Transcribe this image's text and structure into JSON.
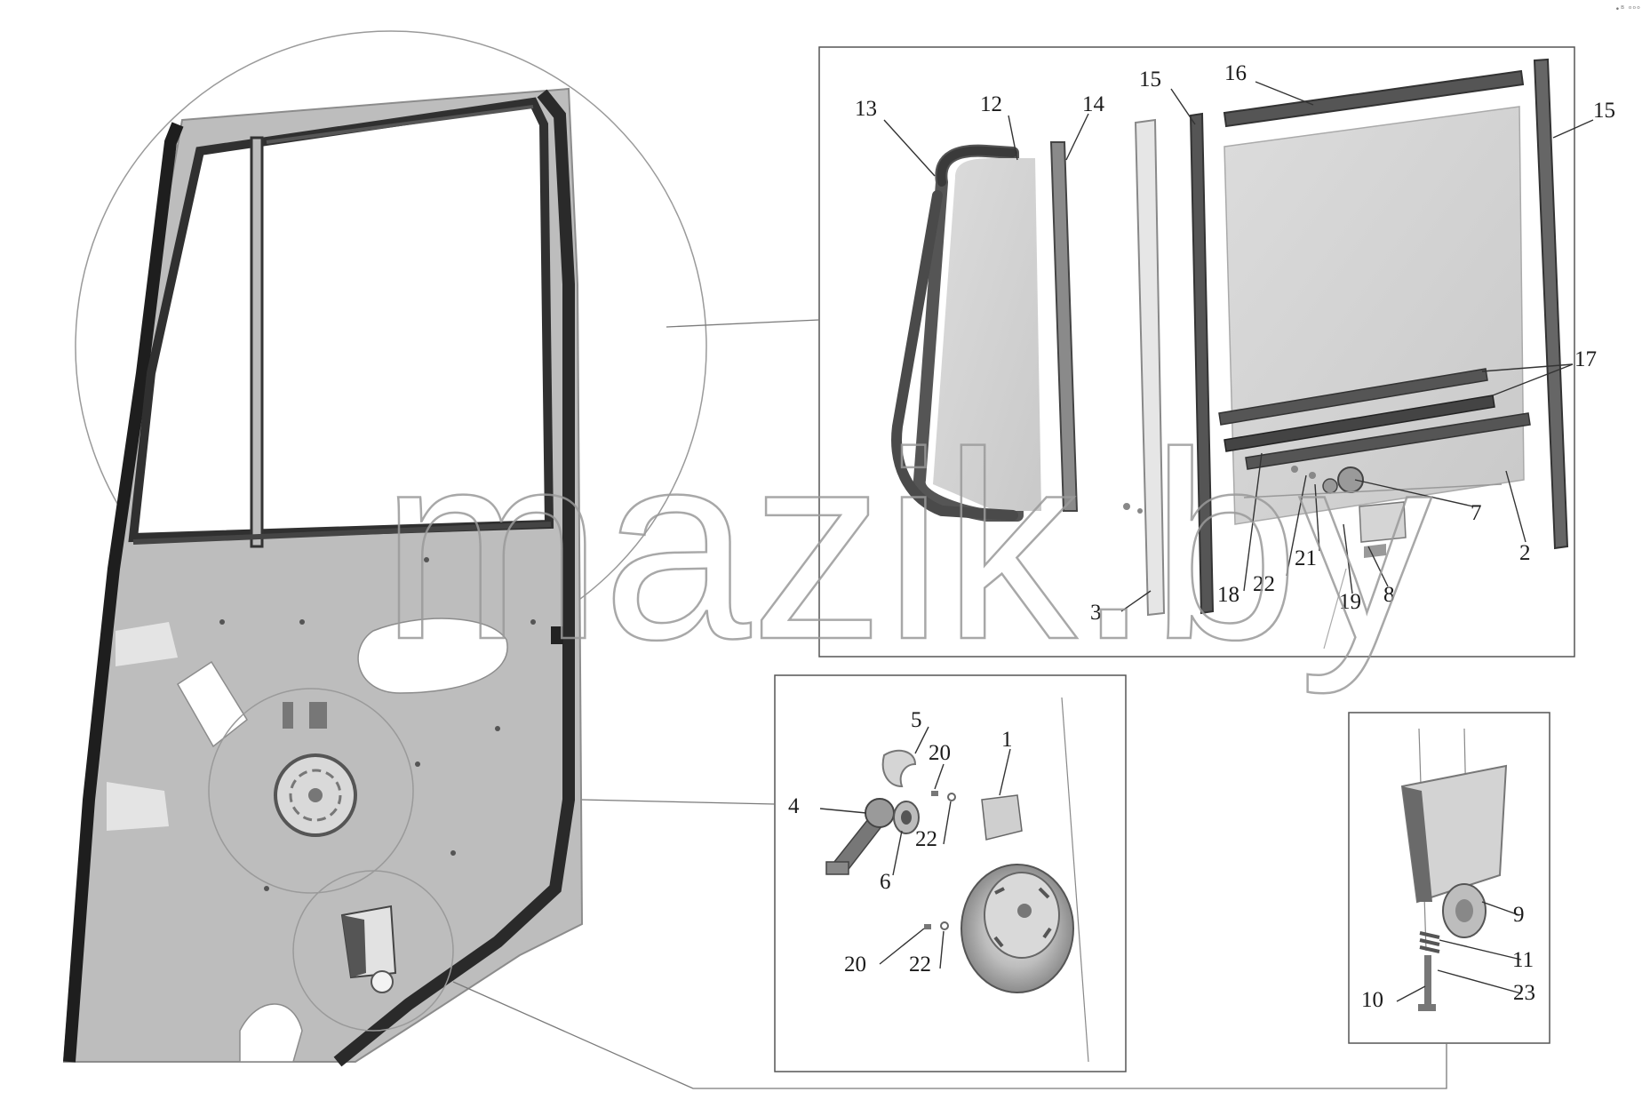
{
  "watermark": "mazik.by",
  "corner_mark": "•ᴮ ᵒᵒᵒ",
  "callouts": [
    {
      "id": "c13",
      "text": "13"
    },
    {
      "id": "c12",
      "text": "12"
    },
    {
      "id": "c14a",
      "text": "14"
    },
    {
      "id": "c15a",
      "text": "15"
    },
    {
      "id": "c16",
      "text": "16"
    },
    {
      "id": "c15b",
      "text": "15"
    },
    {
      "id": "c17",
      "text": "17"
    },
    {
      "id": "c7",
      "text": "7"
    },
    {
      "id": "c2",
      "text": "2"
    },
    {
      "id": "c21",
      "text": "21"
    },
    {
      "id": "c22a",
      "text": "22"
    },
    {
      "id": "c18",
      "text": "18"
    },
    {
      "id": "c19",
      "text": "19"
    },
    {
      "id": "c8",
      "text": "8"
    },
    {
      "id": "c3",
      "text": "3"
    },
    {
      "id": "c5",
      "text": "5"
    },
    {
      "id": "c20a",
      "text": "20"
    },
    {
      "id": "c1",
      "text": "1"
    },
    {
      "id": "c4",
      "text": "4"
    },
    {
      "id": "c22b",
      "text": "22"
    },
    {
      "id": "c6",
      "text": "6"
    },
    {
      "id": "c20b",
      "text": "20"
    },
    {
      "id": "c22c",
      "text": "22"
    },
    {
      "id": "c9",
      "text": "9"
    },
    {
      "id": "c11",
      "text": "11"
    },
    {
      "id": "c23",
      "text": "23"
    },
    {
      "id": "c10",
      "text": "10"
    }
  ]
}
